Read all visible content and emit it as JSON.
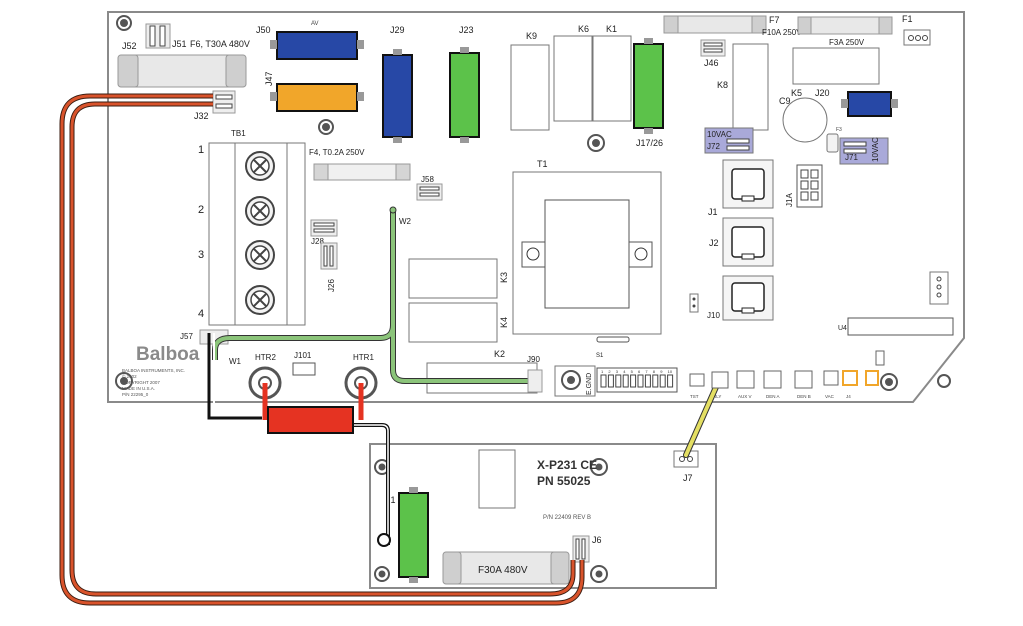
{
  "board": {
    "fuses": {
      "j51_f6": "F6, T30A 480V",
      "f4": "F4, T0.2A 250V",
      "f7_name": "F7",
      "f7_rating": "F10A 250V",
      "f3a": "F3A 250V",
      "f1": "F1"
    },
    "connectors": {
      "j52": "J52",
      "j51": "J51",
      "j50": "J50",
      "j47": "J47",
      "j32": "J32",
      "j29": "J29",
      "j23": "J23",
      "j17_26": "J17/26",
      "j46": "J46",
      "j58": "J58",
      "j28": "J28",
      "j26": "J26",
      "j57": "J57",
      "j101": "J101",
      "j90": "J90",
      "j1": "J1",
      "j2": "J2",
      "j10": "J10",
      "j1a": "J1A",
      "j20": "J20",
      "j72": "J72",
      "j71": "J71",
      "j7": "J7",
      "j6": "J6",
      "j1_sub": "J1"
    },
    "relays": {
      "k9": "K9",
      "k6": "K6",
      "k1": "K1",
      "k8": "K8",
      "k5": "K5",
      "k3": "K3",
      "k4": "K4",
      "k2": "K2"
    },
    "components": {
      "t1": "T1",
      "c9": "C9",
      "tb1": "TB1",
      "u4": "U4",
      "s1": "S1",
      "w1": "W1",
      "w2": "W2",
      "htr1": "HTR1",
      "htr2": "HTR2",
      "e_gnd": "E.GND",
      "ten_vac_a": "10VAC",
      "ten_vac_b": "10VAC",
      "ov": "AV"
    },
    "terminal_numbers": [
      "1",
      "2",
      "3",
      "4"
    ],
    "logo": "Balboa",
    "company_lines": [
      "BALBOA INSTRUMENTS, INC.",
      "© 2002",
      "COPYRIGHT 2007",
      "MADE IN U.S.A.",
      "P/N 22295_0"
    ],
    "dip_numbers": [
      "1",
      "2",
      "3",
      "4",
      "5",
      "6",
      "7",
      "8",
      "9",
      "10"
    ],
    "bottom_labels": [
      "TST",
      "RLY",
      "AUX V",
      "DEN A",
      "DEN B",
      "VAC",
      "J4"
    ]
  },
  "expansion": {
    "title": "X-P231 CE",
    "pn": "PN 55025",
    "part_no": "P/N 22409 REV B",
    "fuse_label": "F30A 480V"
  },
  "colors": {
    "board_outline": "#8a8a8a",
    "wire_orange": "#d9532b",
    "wire_green": "#8bc47a",
    "wire_yellow": "#e4df63",
    "wire_black": "#111111",
    "blue_block": "#2748a6",
    "green_block": "#5cc24a",
    "orange_block": "#f1a62a",
    "red_block": "#e53322",
    "lavender": "#a9a9d9"
  }
}
